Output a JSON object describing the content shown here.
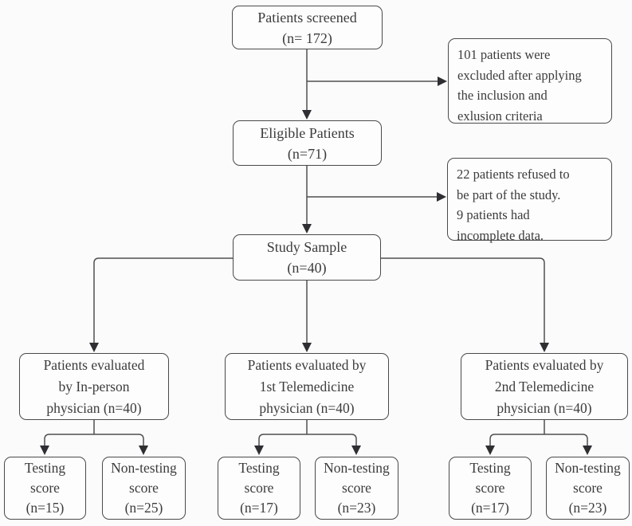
{
  "colors": {
    "background": "#fbfbfb",
    "box_fill": "#fdfdfd",
    "box_border": "#4a4a4a",
    "line": "#4f4f4f",
    "arrowhead": "#2f2f33",
    "text": "#3c3c3c"
  },
  "diagram": {
    "type": "flowchart",
    "nodes": {
      "screened": {
        "lines": [
          "Patients screened",
          "(n= 172)"
        ]
      },
      "excluded": {
        "lines": [
          "101 patients were",
          "excluded after applying",
          "the inclusion and",
          "exlusion criteria"
        ]
      },
      "eligible": {
        "lines": [
          "Eligible Patients",
          "(n=71)"
        ]
      },
      "refused": {
        "lines": [
          "22 patients refused to",
          "be part of the study.",
          "9 patients had",
          "incomplete data."
        ]
      },
      "sample": {
        "lines": [
          "Study Sample",
          "(n=40)"
        ]
      },
      "inperson": {
        "lines": [
          "Patients evaluated",
          "by In-person",
          "physician (n=40)"
        ]
      },
      "tele1": {
        "lines": [
          "Patients evaluated by",
          "1st Telemedicine",
          "physician (n=40)"
        ]
      },
      "tele2": {
        "lines": [
          "Patients evaluated by",
          "2nd Telemedicine",
          "physician (n=40)"
        ]
      },
      "inperson_testing": {
        "lines": [
          "Testing",
          "score",
          "(n=15)"
        ]
      },
      "inperson_nontesting": {
        "lines": [
          "Non-testing",
          "score",
          "(n=25)"
        ]
      },
      "tele1_testing": {
        "lines": [
          "Testing",
          "score",
          "(n=17)"
        ]
      },
      "tele1_nontesting": {
        "lines": [
          "Non-testing",
          "score",
          "(n=23)"
        ]
      },
      "tele2_testing": {
        "lines": [
          "Testing",
          "score",
          "(n=17)"
        ]
      },
      "tele2_nontesting": {
        "lines": [
          "Non-testing",
          "score",
          "(n=23)"
        ]
      }
    }
  }
}
